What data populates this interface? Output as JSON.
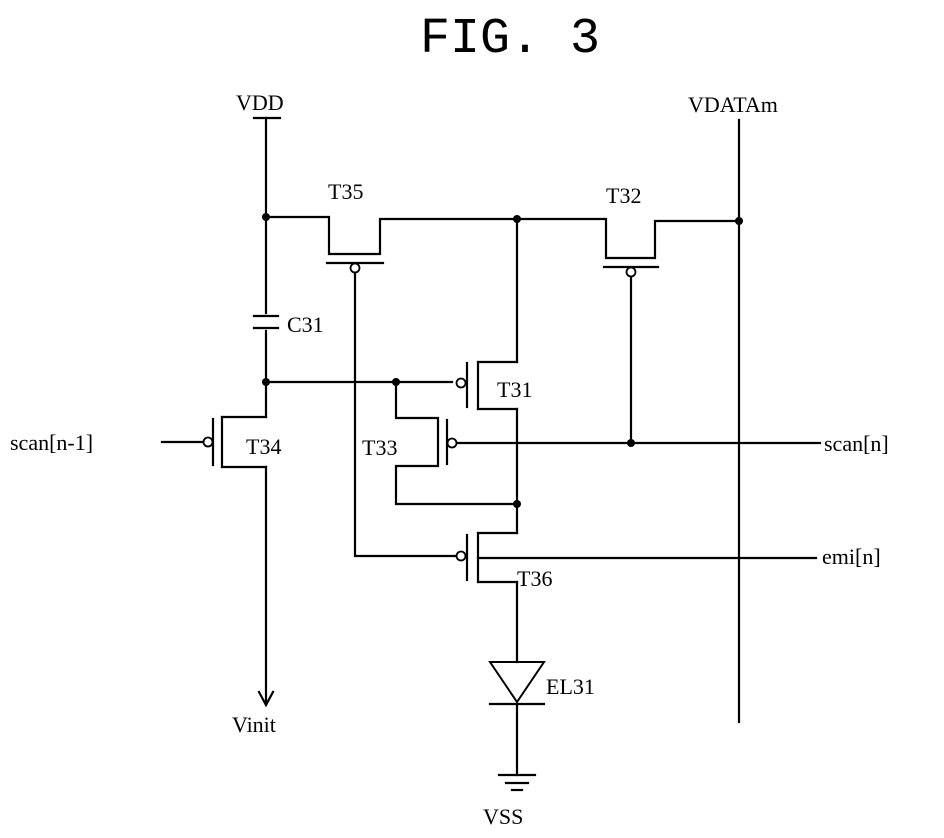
{
  "figure": {
    "title": "FIG. 3"
  },
  "labels": {
    "vdd": "VDD",
    "vdata": "VDATAm",
    "t35": "T35",
    "t32": "T32",
    "c31": "C31",
    "t31": "T31",
    "t34": "T34",
    "t33": "T33",
    "scan_prev": "scan[n-1]",
    "scan": "scan[n]",
    "emi": "emi[n]",
    "t36": "T36",
    "el31": "EL31",
    "vinit": "Vinit",
    "vss": "VSS"
  }
}
